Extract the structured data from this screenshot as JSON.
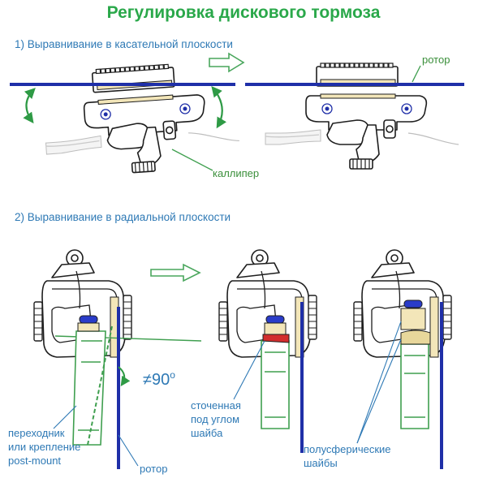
{
  "title": "Регулировка дискового тормоза",
  "section1": "1) Выравнивание в касательной плоскости",
  "section2": "2) Выравнивание в радиальной плоскости",
  "labels": {
    "rotor_top": "ротор",
    "caliper": "каллипер",
    "angle": "≠90",
    "angle_degree": "o",
    "ground_washer": [
      "сточенная",
      "под углом",
      "шайба"
    ],
    "adapter": [
      "переходник",
      "или крепление",
      "post-mount"
    ],
    "rotor_bottom": "ротор",
    "spherical_washers": [
      "полусферические",
      "шайбы"
    ]
  },
  "icons": [
    "hollow-arrow-icon",
    "curved-double-arrow-icon",
    "degree-angle-arc-icon"
  ],
  "colors": {
    "title": "#2aa84a",
    "text": "#2e79b5",
    "rotor": "#1f2fa8",
    "adapter": "#3f9f4f",
    "ground_washer": "#d22d2d",
    "washer_cap": "#2a3cc9",
    "pad": "#f3e6b9"
  }
}
